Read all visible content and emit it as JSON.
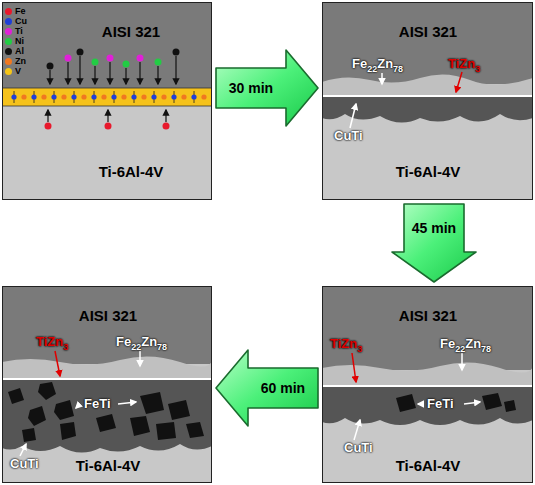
{
  "diagram": {
    "nodes": [
      {
        "text": [
          "AISI 321",
          "Ti-6Al-4V"
        ]
      },
      {
        "text": [
          "AISI 321",
          "Ti-6Al-4V"
        ]
      },
      {
        "text": [
          "AISI 321",
          "Ti-6Al-4V"
        ]
      },
      {
        "text": [
          "AISI 321",
          "Ti-6Al-4V"
        ]
      }
    ],
    "edges": [
      {
        "from": 0,
        "to": 1,
        "label": "30 min",
        "arrow": "to"
      },
      {
        "from": 1,
        "to": 3,
        "label": "45 min",
        "arrow": "to"
      },
      {
        "from": 3,
        "to": 2,
        "label": "60 min",
        "arrow": "to"
      }
    ],
    "labels": [
      "Fe22Zn78",
      "TiZn3",
      "CuTi",
      "TiZn3",
      "Fe22Zn78",
      "FeTi",
      "CuTi",
      "TiZn3",
      "Fe22Zn78",
      "FeTi",
      "CuTi"
    ],
    "legend": [
      {
        "text": "Fe",
        "color": "#e8192c"
      },
      {
        "text": "Cu",
        "color": "#1f3fd8"
      },
      {
        "text": "Ti",
        "color": "#e020d8"
      },
      {
        "text": "Ni",
        "color": "#22cc44"
      },
      {
        "text": "Al",
        "color": "#111111"
      },
      {
        "text": "Zn",
        "color": "#f07820"
      },
      {
        "text": "V",
        "color": "#f5c518"
      }
    ]
  }
}
